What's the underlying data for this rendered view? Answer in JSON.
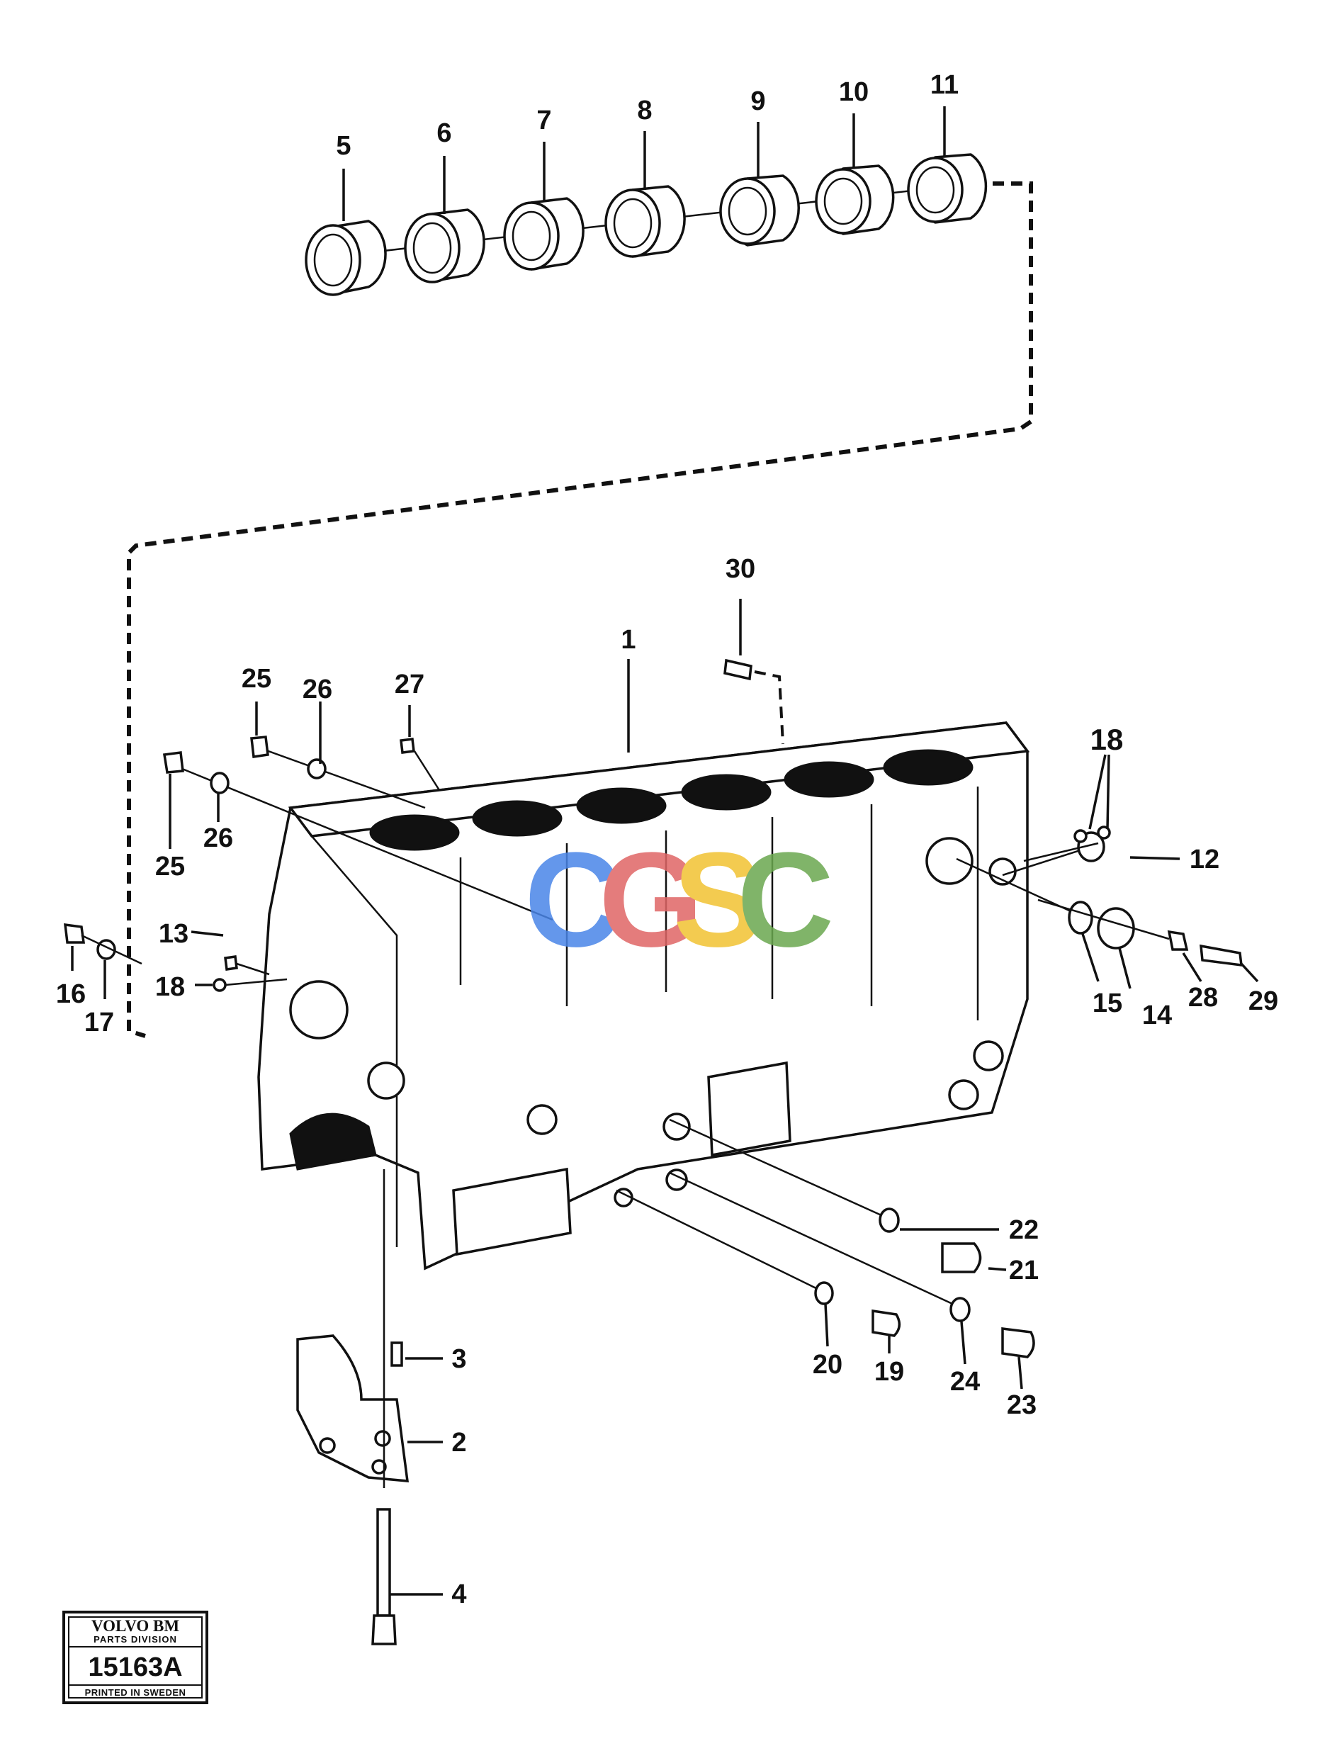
{
  "diagram": {
    "callouts": {
      "c1": "1",
      "c2": "2",
      "c3": "3",
      "c4": "4",
      "c5": "5",
      "c6": "6",
      "c7": "7",
      "c8": "8",
      "c9": "9",
      "c10": "10",
      "c11": "11",
      "c12": "12",
      "c13": "13",
      "c14": "14",
      "c15": "15",
      "c16": "16",
      "c17": "17",
      "c18a": "18",
      "c18b": "18",
      "c19": "19",
      "c20": "20",
      "c21": "21",
      "c22": "22",
      "c23": "23",
      "c24": "24",
      "c25a": "25",
      "c25b": "25",
      "c26a": "26",
      "c26b": "26",
      "c27": "27",
      "c28": "28",
      "c29": "29",
      "c30": "30"
    },
    "watermark": {
      "letters": [
        "C",
        "G",
        "S",
        "C"
      ],
      "colors": [
        "#4a86e8",
        "#e06666",
        "#f1c232",
        "#6aa84f"
      ]
    },
    "stamp": {
      "brand": "VOLVO BM",
      "division": "PARTS DIVISION",
      "number": "15163A",
      "printed": "PRINTED IN SWEDEN"
    }
  }
}
